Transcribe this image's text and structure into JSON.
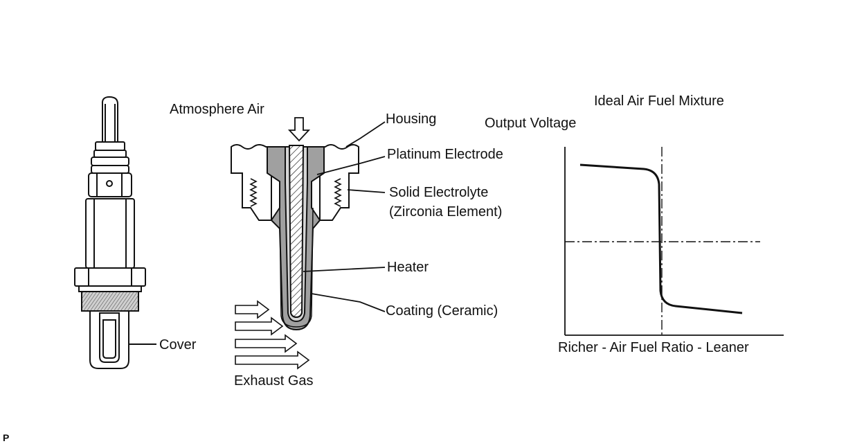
{
  "labels": {
    "atmosphere_air": "Atmosphere Air",
    "housing": "Housing",
    "platinum_electrode": "Platinum Electrode",
    "solid_electrolyte": "Solid Electrolyte",
    "zirconia_element": "(Zirconia Element)",
    "heater": "Heater",
    "coating": "Coating (Ceramic)",
    "exhaust_gas": "Exhaust Gas",
    "cover": "Cover",
    "ideal_mixture": "Ideal Air Fuel Mixture",
    "output_voltage": "Output Voltage",
    "x_axis": "Richer - Air Fuel Ratio - Leaner",
    "corner_code": "P"
  },
  "colors": {
    "line": "#111111",
    "fill_gray": "#9a9a9a",
    "fill_light": "#e6e6e6"
  }
}
